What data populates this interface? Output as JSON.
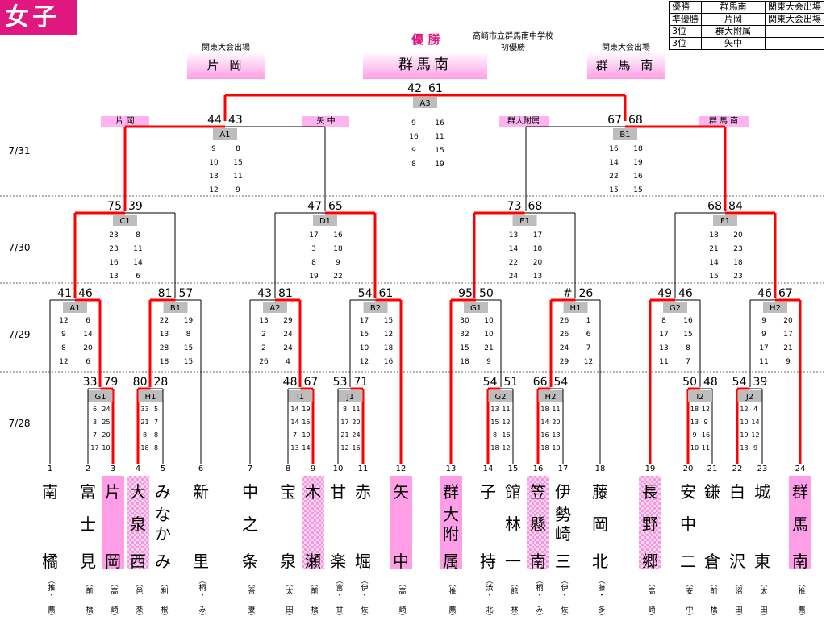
{
  "header": {
    "badge": "女子"
  },
  "results": [
    {
      "place": "優勝",
      "school": "群馬南",
      "note": "関東大会出場"
    },
    {
      "place": "準優勝",
      "school": "片岡",
      "note": "関東大会出場"
    },
    {
      "place": "3位",
      "school": "群大附属",
      "note": ""
    },
    {
      "place": "3位",
      "school": "矢中",
      "note": ""
    }
  ],
  "champion": {
    "label": "優 勝",
    "name": "群馬南",
    "school_full": "高崎市立群馬南中学校",
    "first": "初優勝"
  },
  "kanto_left": {
    "label": "関東大会出場",
    "name": "片 岡"
  },
  "kanto_right": {
    "label": "関東大会出場",
    "name": "群 馬 南"
  },
  "dates": [
    "7/31",
    "7/30",
    "7/29",
    "7/28"
  ],
  "final": {
    "id": "A3",
    "s1": "42",
    "s2": "61",
    "sets": [
      "9",
      "16",
      "16",
      "11",
      "9",
      "15",
      "8",
      "19"
    ]
  },
  "semis": [
    {
      "id": "A1",
      "s1": "44",
      "s2": "43",
      "sets": [
        "9",
        "8",
        "10",
        "15",
        "13",
        "11",
        "12",
        "9"
      ],
      "lt": "片 岡",
      "rt": "矢 中"
    },
    {
      "id": "B1",
      "s1": "67",
      "s2": "68",
      "sets": [
        "16",
        "18",
        "14",
        "19",
        "22",
        "16",
        "15",
        "15"
      ],
      "lt": "群大附属",
      "rt": "群 馬 南"
    }
  ],
  "qf": [
    {
      "id": "C1",
      "s1": "75",
      "s2": "39",
      "sets": [
        "23",
        "8",
        "23",
        "11",
        "16",
        "14",
        "13",
        "6"
      ]
    },
    {
      "id": "D1",
      "s1": "47",
      "s2": "65",
      "sets": [
        "17",
        "16",
        "3",
        "18",
        "8",
        "9",
        "19",
        "22"
      ]
    },
    {
      "id": "E1",
      "s1": "73",
      "s2": "68",
      "sets": [
        "13",
        "17",
        "14",
        "18",
        "22",
        "20",
        "24",
        "13"
      ]
    },
    {
      "id": "F1",
      "s1": "68",
      "s2": "84",
      "sets": [
        "18",
        "20",
        "21",
        "23",
        "14",
        "18",
        "15",
        "23"
      ]
    }
  ],
  "r16": [
    {
      "id": "A1",
      "s1": "41",
      "s2": "46",
      "sets": [
        "12",
        "6",
        "9",
        "14",
        "8",
        "20",
        "12",
        "6"
      ]
    },
    {
      "id": "B1",
      "s1": "81",
      "s2": "57",
      "sets": [
        "22",
        "19",
        "13",
        "8",
        "28",
        "15",
        "18",
        "15"
      ]
    },
    {
      "id": "A2",
      "s1": "43",
      "s2": "81",
      "sets": [
        "13",
        "29",
        "2",
        "24",
        "2",
        "24",
        "26",
        "4"
      ]
    },
    {
      "id": "B2",
      "s1": "54",
      "s2": "61",
      "sets": [
        "17",
        "15",
        "15",
        "12",
        "10",
        "18",
        "12",
        "16"
      ]
    },
    {
      "id": "G1",
      "s1": "95",
      "s2": "50",
      "sets": [
        "30",
        "10",
        "32",
        "10",
        "15",
        "21",
        "18",
        "9"
      ]
    },
    {
      "id": "H1",
      "s1": "#",
      "s2": "26",
      "sets": [
        "26",
        "1",
        "26",
        "6",
        "24",
        "7",
        "29",
        "12"
      ]
    },
    {
      "id": "G2",
      "s1": "49",
      "s2": "46",
      "sets": [
        "8",
        "16",
        "17",
        "15",
        "13",
        "8",
        "11",
        "7"
      ]
    },
    {
      "id": "H2",
      "s1": "46",
      "s2": "67",
      "sets": [
        "9",
        "20",
        "9",
        "17",
        "17",
        "21",
        "11",
        "9"
      ]
    }
  ],
  "r1": [
    {
      "id": "G1",
      "s1": "33",
      "s2": "79",
      "sets": [
        "6",
        "24",
        "3",
        "25",
        "7",
        "20",
        "17",
        "10"
      ]
    },
    {
      "id": "H1",
      "s1": "80",
      "s2": "28",
      "sets": [
        "33",
        "5",
        "21",
        "7",
        "8",
        "8",
        "18",
        "8"
      ]
    },
    {
      "id": "I1",
      "s1": "48",
      "s2": "67",
      "sets": [
        "14",
        "19",
        "14",
        "15",
        "7",
        "19",
        "13",
        "14"
      ]
    },
    {
      "id": "J1",
      "s1": "53",
      "s2": "71",
      "sets": [
        "8",
        "11",
        "17",
        "20",
        "21",
        "24",
        "12",
        "16"
      ]
    },
    {
      "id": "G2",
      "s1": "54",
      "s2": "51",
      "sets": [
        "13",
        "11",
        "15",
        "12",
        "8",
        "16",
        "18",
        "12"
      ]
    },
    {
      "id": "H2",
      "s1": "66",
      "s2": "54",
      "sets": [
        "18",
        "11",
        "14",
        "20",
        "16",
        "13",
        "18",
        "10"
      ]
    },
    {
      "id": "I2",
      "s1": "50",
      "s2": "48",
      "sets": [
        "18",
        "12",
        "13",
        "9",
        "9",
        "16",
        "10",
        "11"
      ]
    },
    {
      "id": "J2",
      "s1": "54",
      "s2": "39",
      "sets": [
        "12",
        "4",
        "10",
        "14",
        "19",
        "12",
        "13",
        "9"
      ]
    }
  ],
  "teams": [
    {
      "n": "1",
      "t": "南",
      "m": "",
      "b": "橘",
      "p": "（推・",
      "p2": "薦）",
      "style": ""
    },
    {
      "n": "2",
      "t": "富",
      "m": "士",
      "b": "見",
      "p": "（前",
      "p2": "橋）",
      "style": ""
    },
    {
      "n": "3",
      "t": "片",
      "m": "",
      "b": "岡",
      "p": "（高",
      "p2": "崎）",
      "style": "pink"
    },
    {
      "n": "4",
      "t": "大",
      "m": "泉",
      "b": "西",
      "p": "（邑",
      "p2": "楽）",
      "style": "check"
    },
    {
      "n": "5",
      "t": "み",
      "m": "なか",
      "b": "み",
      "p": "（利",
      "p2": "根）",
      "style": ""
    },
    {
      "n": "6",
      "t": "新",
      "m": "",
      "b": "里",
      "p": "（桐・",
      "p2": "み）",
      "style": ""
    },
    {
      "n": "7",
      "t": "中",
      "m": "之",
      "b": "条",
      "p": "（吾",
      "p2": "妻）",
      "style": ""
    },
    {
      "n": "8",
      "t": "宝",
      "m": "",
      "b": "泉",
      "p": "（太",
      "p2": "田）",
      "style": ""
    },
    {
      "n": "9",
      "t": "木",
      "m": "",
      "b": "瀬",
      "p": "（前",
      "p2": "橋）",
      "style": "check"
    },
    {
      "n": "10",
      "t": "甘",
      "m": "",
      "b": "楽",
      "p": "（富・",
      "p2": "甘）",
      "style": ""
    },
    {
      "n": "11",
      "t": "赤",
      "m": "",
      "b": "堀",
      "p": "（伊・",
      "p2": "佐）",
      "style": ""
    },
    {
      "n": "12",
      "t": "矢",
      "m": "",
      "b": "中",
      "p": "（高",
      "p2": "崎）",
      "style": "pink"
    },
    {
      "n": "13",
      "t": "群",
      "m": "大附",
      "b": "属",
      "p": "（推",
      "p2": "薦）",
      "style": "pink"
    },
    {
      "n": "14",
      "t": "子",
      "m": "",
      "b": "持",
      "p": "（渋・",
      "p2": "北）",
      "style": ""
    },
    {
      "n": "15",
      "t": "館",
      "m": "林",
      "b": "一",
      "p": "（館",
      "p2": "林）",
      "style": ""
    },
    {
      "n": "16",
      "t": "笠",
      "m": "懸",
      "b": "南",
      "p": "（桐・",
      "p2": "み）",
      "style": "check"
    },
    {
      "n": "17",
      "t": "伊",
      "m": "勢崎",
      "b": "三",
      "p": "（伊・",
      "p2": "佐）",
      "style": ""
    },
    {
      "n": "18",
      "t": "藤",
      "m": "岡",
      "b": "北",
      "p": "（藤・",
      "p2": "多）",
      "style": ""
    },
    {
      "n": "19",
      "t": "長",
      "m": "野",
      "b": "郷",
      "p": "（高",
      "p2": "崎）",
      "style": "check"
    },
    {
      "n": "20",
      "t": "安",
      "m": "中",
      "b": "二",
      "p": "（安",
      "p2": "中）",
      "style": ""
    },
    {
      "n": "21",
      "t": "鎌",
      "m": "",
      "b": "倉",
      "p": "（前",
      "p2": "橋）",
      "style": ""
    },
    {
      "n": "22",
      "t": "白",
      "m": "",
      "b": "沢",
      "p": "（沼",
      "p2": "田）",
      "style": ""
    },
    {
      "n": "23",
      "t": "城",
      "m": "",
      "b": "東",
      "p": "（太",
      "p2": "田）",
      "style": ""
    },
    {
      "n": "24",
      "t": "群",
      "m": "馬",
      "b": "南",
      "p": "（推",
      "p2": "薦）",
      "style": "pink"
    }
  ],
  "colors": {
    "accent": "#e0177f",
    "win_line": "#ff0000",
    "pink": "#ff9ee6",
    "gray": "#bdbdbd"
  }
}
